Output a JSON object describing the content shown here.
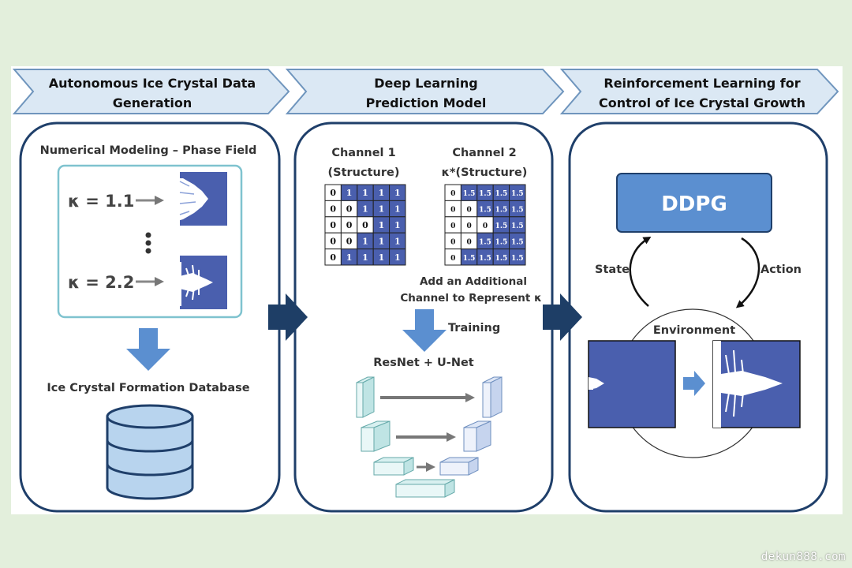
{
  "stages": [
    {
      "title_line1": "Autonomous Ice Crystal Data",
      "title_line2": "Generation"
    },
    {
      "title_line1": "Deep Learning",
      "title_line2": "Prediction Model"
    },
    {
      "title_line1": "Reinforcement Learning for",
      "title_line2": "Control of Ice Crystal Growth"
    }
  ],
  "panel1": {
    "heading": "Numerical Modeling – Phase Field",
    "kappa_low": "κ = 1.1",
    "kappa_high": "κ = 2.2",
    "database_label": "Ice Crystal Formation Database"
  },
  "panel2": {
    "channel1_line1": "Channel 1",
    "channel1_line2": "(Structure)",
    "channel2_line1": "Channel 2",
    "channel2_line2": "κ*(Structure)",
    "grid1": [
      [
        "0",
        "1",
        "1",
        "1",
        "1"
      ],
      [
        "0",
        "0",
        "1",
        "1",
        "1"
      ],
      [
        "0",
        "0",
        "0",
        "1",
        "1"
      ],
      [
        "0",
        "0",
        "1",
        "1",
        "1"
      ],
      [
        "0",
        "1",
        "1",
        "1",
        "1"
      ]
    ],
    "grid2": [
      [
        "0",
        "1.5",
        "1.5",
        "1.5",
        "1.5"
      ],
      [
        "0",
        "0",
        "1.5",
        "1.5",
        "1.5"
      ],
      [
        "0",
        "0",
        "0",
        "1.5",
        "1.5"
      ],
      [
        "0",
        "0",
        "1.5",
        "1.5",
        "1.5"
      ],
      [
        "0",
        "1.5",
        "1.5",
        "1.5",
        "1.5"
      ]
    ],
    "note_line1": "Add an Additional",
    "note_line2": "Channel to Represent κ",
    "training_label": "Training",
    "model_label": "ResNet + U-Net"
  },
  "panel3": {
    "agent_label": "DDPG",
    "state_label": "State",
    "action_label": "Action",
    "environment_label": "Environment"
  },
  "watermark": "dekun888.com",
  "colors": {
    "background": "#e3efdc",
    "banner": "#dbe8f4",
    "panel_border": "#1f3f6a",
    "accent_blue": "#5b8fd0",
    "crystal_blue": "#4a5fae"
  }
}
